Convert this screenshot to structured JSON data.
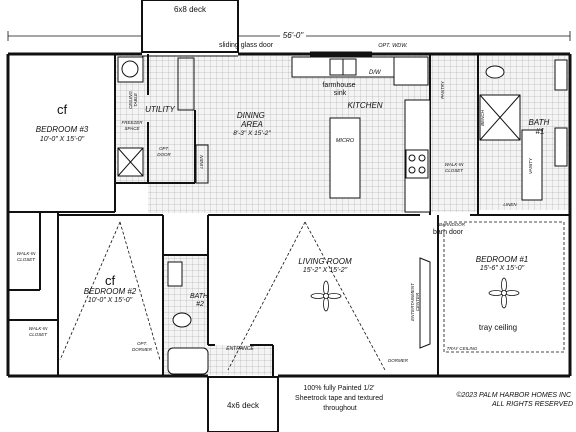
{
  "overall_dimension": "56'-0\"",
  "decks": {
    "rear": "6x8 deck",
    "front": "4x6 deck"
  },
  "callouts": {
    "sliding_door": "sliding glass door",
    "opt_window": "OPT. WDW.",
    "farmhouse_sink": "farmhouse\nsink",
    "dw": "D/W",
    "barn_door": "barn door",
    "drywall_note": "100% fully Painted 1/2'\nSheetrock tape and textured\nthroughout",
    "copyright": "©2023 PALM HARBOR HOMES INC\nALL RIGHTS RESERVED",
    "micro": "MICRO",
    "tray_ceiling": "tray ceiling",
    "cf": "cf"
  },
  "rooms": {
    "bedroom3": {
      "name": "BEDROOM #3",
      "size": "10'-0\" X 15'-0\""
    },
    "bedroom2": {
      "name": "BEDROOM #2",
      "size": "10'-0\" X 15'-0\""
    },
    "bedroom1": {
      "name": "BEDROOM #1",
      "size": "15'-6\" X 15'-0\""
    },
    "dining": {
      "name": "DINING\nAREA",
      "size": "8'-3\" X 15'-2\""
    },
    "living": {
      "name": "LIVING ROOM",
      "size": "15'-2\" X 15'-2\""
    },
    "kitchen": {
      "name": "KITCHEN"
    },
    "utility": {
      "name": "UTILITY"
    },
    "bath1": {
      "name": "BATH\n#1"
    },
    "bath2": {
      "name": "BATH\n#2"
    }
  },
  "small_labels": {
    "ceiling_table": "CEILING\nTABLE",
    "freezer_space": "FREEZER\nSPACE",
    "opt_door": "OPT.\nDOOR",
    "linen": "LINEN",
    "pantry": "PANTRY",
    "bench": "BENCH",
    "walkin_closet": "WALK-IN\nCLOSET",
    "vanity": "VANITY",
    "barndoor_small": "BARNDOOR",
    "entertainment_center": "ENTERTAINMENT\nCENTER",
    "opt_dormer": "OPT.\nDORMER",
    "dormer": "DORMER",
    "tray_ceiling_small": "TRAY CEILING",
    "entrance": "ENTRANCE"
  }
}
